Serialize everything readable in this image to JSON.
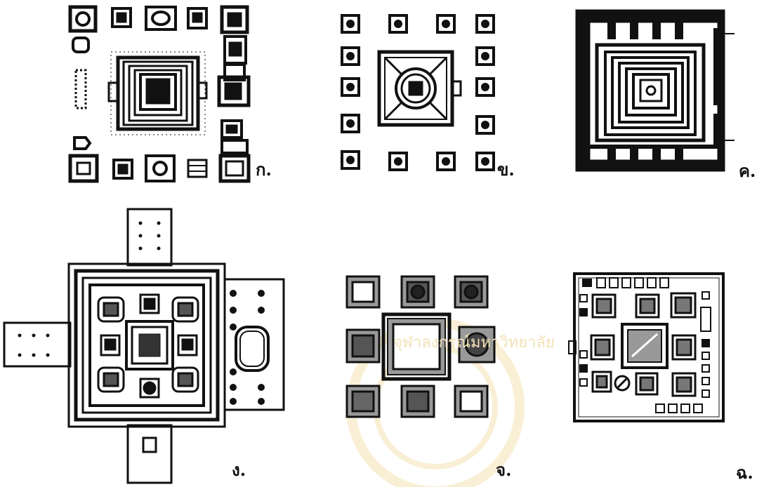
{
  "labels": {
    "a": "ก.",
    "b": "ข.",
    "c": "ค.",
    "d": "ง.",
    "e": "จ.",
    "f": "ฉ."
  },
  "watermark": "จุฬาลงกรณ์มหาวิทยาลัย",
  "colors": {
    "ink": "#111111",
    "paper": "#ffffff",
    "mid": "#888888",
    "watermark": "#f3e2b8"
  }
}
